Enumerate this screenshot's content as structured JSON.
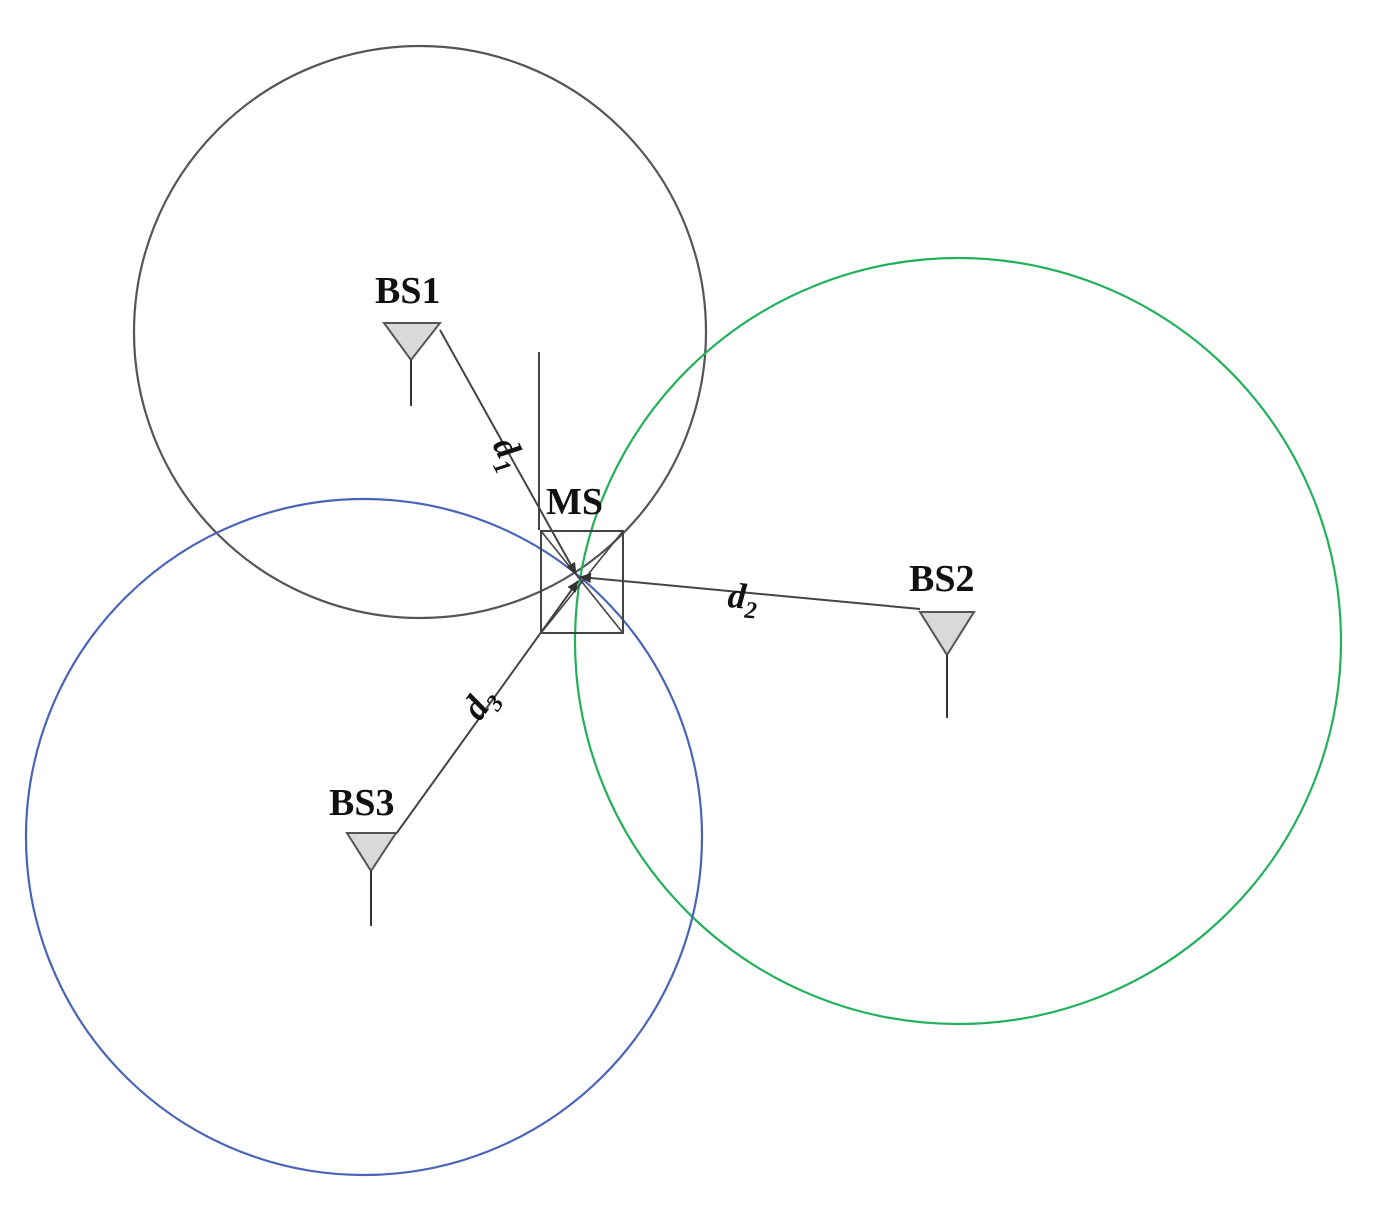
{
  "stations": {
    "bs1": {
      "label": "BS1"
    },
    "bs2": {
      "label": "BS2"
    },
    "bs3": {
      "label": "BS3"
    },
    "ms": {
      "label": "MS"
    }
  },
  "distances": {
    "d1": {
      "main": "d",
      "sub": "1"
    },
    "d2": {
      "main": "d",
      "sub": "2"
    },
    "d3": {
      "main": "d",
      "sub": "3"
    }
  },
  "colors": {
    "circle_bs1": "#555555",
    "circle_bs2": "#22b05a",
    "circle_bs3": "#4a64b8",
    "antenna_fill": "#d9d9d9",
    "line": "#444444"
  }
}
